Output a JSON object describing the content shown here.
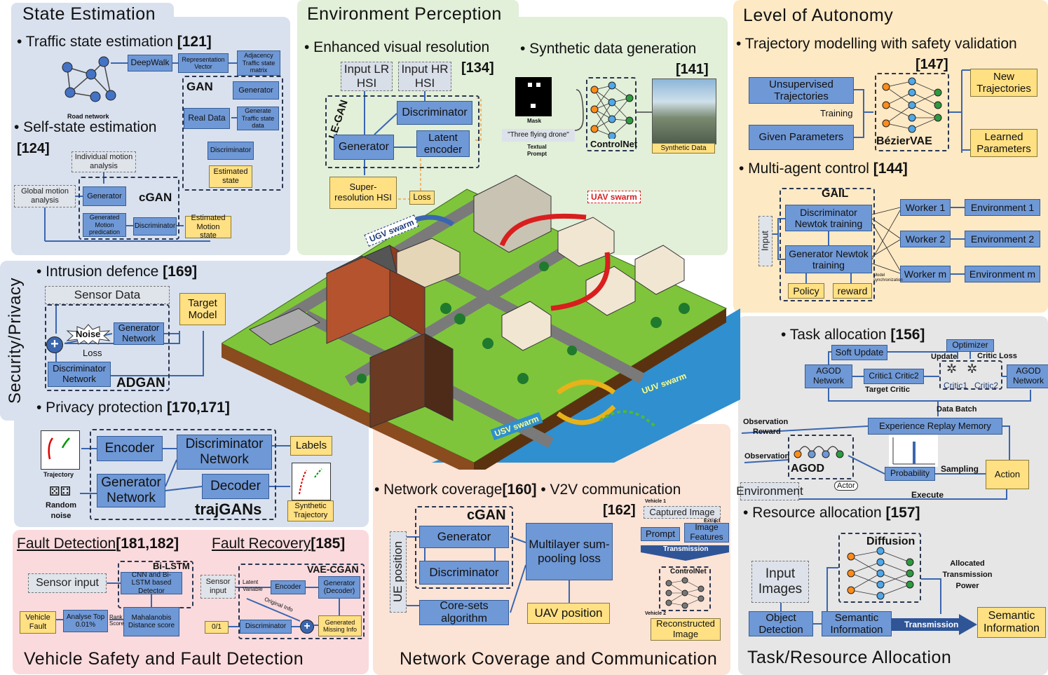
{
  "state": {
    "title": "State  Estimation",
    "b1": "• Traffic state estimation ",
    "r1": "[121]",
    "deepwalk": "DeepWalk",
    "repvec": "Representation Vector",
    "adj": "Adjacency Traffic state matrix",
    "roadnet": "Road network",
    "gan": "GAN",
    "generator": "Generator",
    "realdata": "Real Data",
    "gentraffic": "Generate Traffic state data",
    "discriminator": "Discriminator",
    "estimated": "Estimated state",
    "b2": "• Self-state estimation",
    "r2": "[124]",
    "individual": "Individual motion analysis",
    "global": "Global motion analysis",
    "cgan": "cGAN",
    "gen2": "Generator",
    "genmotion": "Generated Motion predication",
    "disc2": "Discriminator",
    "estmotion": "Estimated Motion state"
  },
  "env": {
    "title": "Environment  Perception",
    "b1": "• Enhanced visual resolution",
    "r1": "[134]",
    "b2": "• Synthetic data generation",
    "r2": "[141]",
    "lr": "Input LR HSI",
    "hr": "Input HR HSI",
    "legan": "LE-GAN",
    "disc": "Discriminator",
    "gen": "Generator",
    "latent": "Latent encoder",
    "super": "Super-resolution HSI",
    "loss": "Loss",
    "mask": "Mask",
    "prompt": "\"Three flying drone\"",
    "textual": "Textual Prompt",
    "controlnet": "ControlNet",
    "synth": "Synthetic Data"
  },
  "autonomy": {
    "title": "Level  of  Autonomy",
    "b1": "• Trajectory modelling with safety validation",
    "r1": "[147]",
    "unsup": "Unsupervised Trajectories",
    "given": "Given Parameters",
    "training": "Training",
    "bezier": "BézierVAE",
    "newtraj": "New Trajectories",
    "learned": "Learned Parameters",
    "b2": "• Multi-agent control ",
    "r2": "[144]",
    "gail": "GAIL",
    "input": "Input",
    "discnet": "Discriminator Newtok training",
    "gennet": "Generator Newtok training",
    "policy": "Policy",
    "reward": "reward",
    "w1": "Worker 1",
    "w2": "Worker 2",
    "wm": "Worker m",
    "e1": "Environment 1",
    "e2": "Environment 2",
    "em": "Environment m",
    "model": "Model synchronization"
  },
  "security": {
    "side": "Security/Privacy",
    "b1": "• Intrusion defence ",
    "r1": "[169]",
    "sensor": "Sensor Data",
    "target": "Target Model",
    "noise": "Noise",
    "gennet": "Generator Network",
    "loss": "Loss",
    "discnet": "Discriminator Network",
    "adgan": "ADGAN",
    "b2": "• Privacy protection ",
    "r2": "[170,171]",
    "encoder": "Encoder",
    "disc": "Discriminator Network",
    "labels": "Labels",
    "gen": "Generator Network",
    "decoder": "Decoder",
    "trajgans": "trajGANs",
    "trajectory": "Trajectory",
    "random": "Random noise",
    "synthtraj": "Synthetic Trajectory"
  },
  "task": {
    "b1": "• Task allocation ",
    "r1": "[156]",
    "soft": "Soft Update",
    "optimizer": "Optimizer",
    "update": "Update",
    "criticloss": "Critic Loss",
    "agod1": "AGOD Network",
    "critic12": "Critic1  Critic2",
    "critic1": "Critic1",
    "critic2": "Critic2",
    "agod2": "AGOD Network",
    "targetcritic": "Target Critic",
    "databatch": "Data Batch",
    "observation": "Observation",
    "reward": "Reward",
    "replay": "Experience Replay Memory",
    "observation2": "Observation",
    "agod": "AGOD",
    "actor": "Actor",
    "probability": "Probability",
    "sampling": "Sampling",
    "action": "Action",
    "environment": "Environment",
    "execute": "Execute",
    "b2": "• Resource allocation ",
    "r2": "[157]",
    "inputimg": "Input Images",
    "diffusion": "Diffusion",
    "allocated": "Allocated Transmission Power",
    "object": "Object Detection",
    "semantic": "Semantic Information",
    "transmission": "Transmission",
    "semantic2": "Semantic Information",
    "title": "Task/Resource Allocation"
  },
  "network": {
    "b1": "• Network coverage",
    "r1": "[160]",
    "b2": "• V2V communication",
    "r2": "[162]",
    "cgan": "cGAN",
    "ue": "UE position",
    "gen": "Generator",
    "disc": "Discriminator",
    "multi": "Multilayer sum-pooling loss",
    "core": "Core-sets algorithm",
    "uav": "UAV position",
    "vehicle1": "Vehicle 1",
    "captured": "Captured Image",
    "extract": "Extract",
    "prompt": "Prompt",
    "imagefeat": "Image Features",
    "transmission": "Transmission",
    "controlnet": "ControlNet",
    "vehicle2": "Vehicle 2",
    "recon": "Reconstructed Image",
    "title": "Network Coverage and Communication"
  },
  "fault": {
    "t1": "Fault Detection",
    "r1": "[181,182]",
    "t2": "Fault Recovery",
    "r2": "[185]",
    "sensorin": "Sensor input",
    "bilstm": "Bi-LSTM",
    "cnn": "CNN and Bi-LSTM based Detector",
    "maha": "Mahalanobis Distance score",
    "rank": "Rank Score",
    "analyse": "Analyse Top 0.01%",
    "vfault": "Vehicle Fault",
    "vaecgan": "VAE-CGAN",
    "sensor2": "Sensor input",
    "latent": "Latent Variable",
    "encoder": "Encoder",
    "generator": "Generator (Decoder)",
    "original": "Original Info",
    "disc": "Discriminator",
    "zo": "0/1",
    "genmissing": "Generated Missing Info",
    "title": "Vehicle  Safety  and  Fault  Detection"
  },
  "city": {
    "uav": "UAV swarm",
    "ugv": "UGV swarm",
    "uuv": "UUV swarm",
    "usv": "USV swarm"
  }
}
